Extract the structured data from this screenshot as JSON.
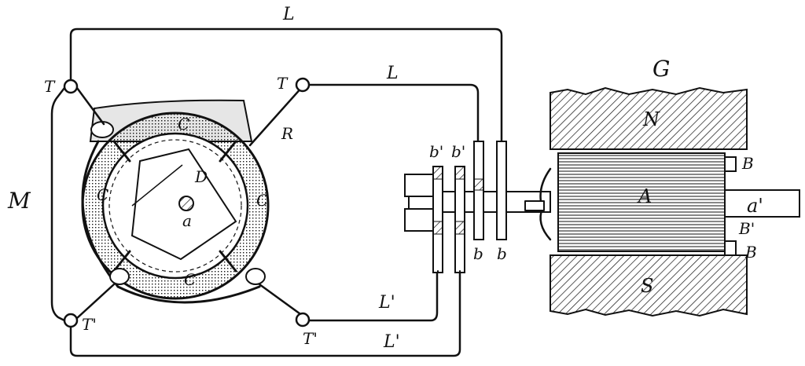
{
  "labels": {
    "motor": "M",
    "generator": "G",
    "line_top": "L",
    "line_mid": "L",
    "line_prime_1": "L'",
    "line_prime_2": "L'",
    "terminal_top_left": "T",
    "terminal_top_right": "T",
    "terminal_bottom_left": "T'",
    "terminal_bottom_right": "T'",
    "coil_top": "C",
    "coil_left": "C",
    "coil_right": "C",
    "coil_bottom": "C",
    "disc": "D",
    "shaft_motor": "a",
    "ring": "R",
    "ring_b_left": "b",
    "ring_b_right": "b",
    "ring_b_prime_left": "b'",
    "ring_b_prime_right": "b'",
    "pole_north": "N",
    "pole_south": "S",
    "armature": "A",
    "shaft_generator": "a'",
    "brush_top": "B",
    "brush_mid": "B'",
    "brush_bottom": "B"
  },
  "colors": {
    "ink": "#111111",
    "paper": "#ffffff",
    "shade": "#e6e6e6"
  }
}
